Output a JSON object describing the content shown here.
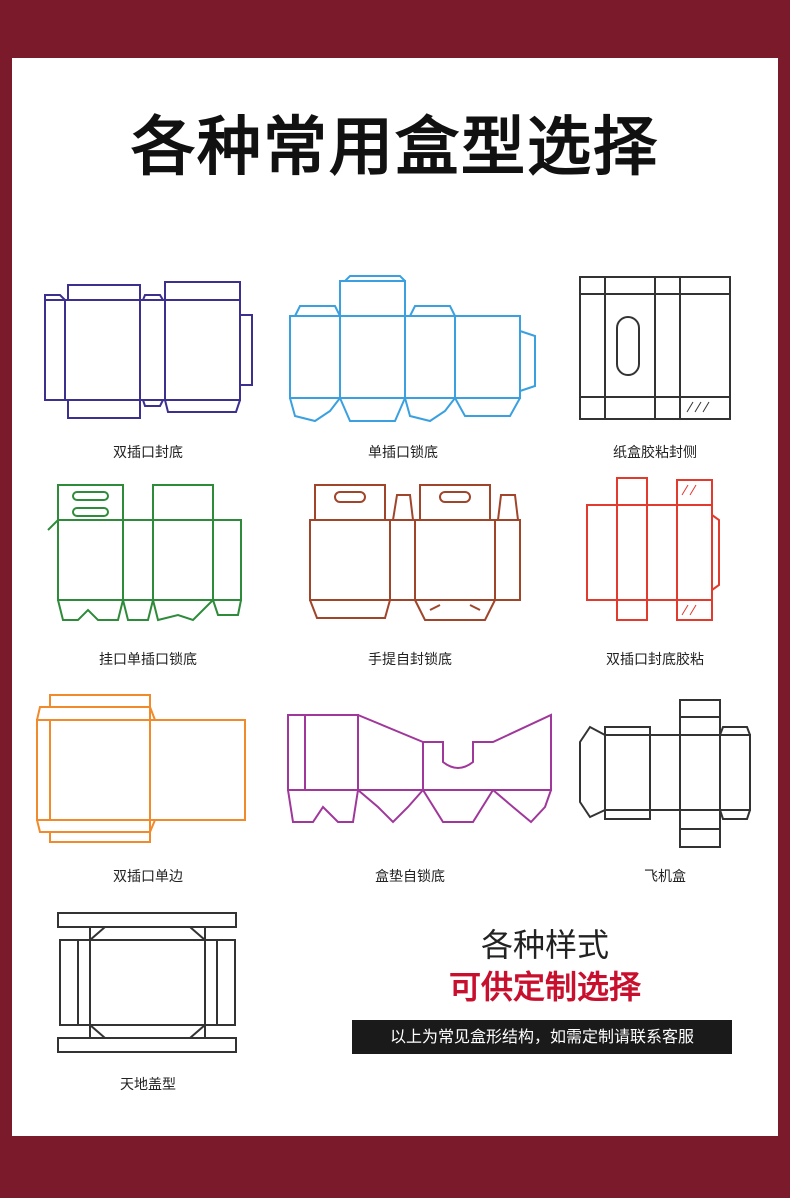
{
  "header": {
    "title": "各种常用盒型选择"
  },
  "box_types": [
    {
      "label": "双插口封底",
      "color": "#3b2f8f"
    },
    {
      "label": "单插口锁底",
      "color": "#3aa0e0"
    },
    {
      "label": "纸盒胶粘封侧",
      "color": "#333333"
    },
    {
      "label": "挂口单插口锁底",
      "color": "#2e8b3a"
    },
    {
      "label": "手提自封锁底",
      "color": "#a0442a"
    },
    {
      "label": "双插口封底胶粘",
      "color": "#e23b2e"
    },
    {
      "label": "双插口单边",
      "color": "#f08a2a"
    },
    {
      "label": "盒垫自锁底",
      "color": "#a0379a"
    },
    {
      "label": "飞机盒",
      "color": "#333333"
    },
    {
      "label": "天地盖型",
      "color": "#333333"
    }
  ],
  "promo": {
    "line1": "各种样式",
    "line2": "可供定制选择",
    "notice": "以上为常见盒形结构，如需定制请联系客服"
  },
  "colors": {
    "frame": "#7b1a2b",
    "accent_red": "#c8102e"
  }
}
